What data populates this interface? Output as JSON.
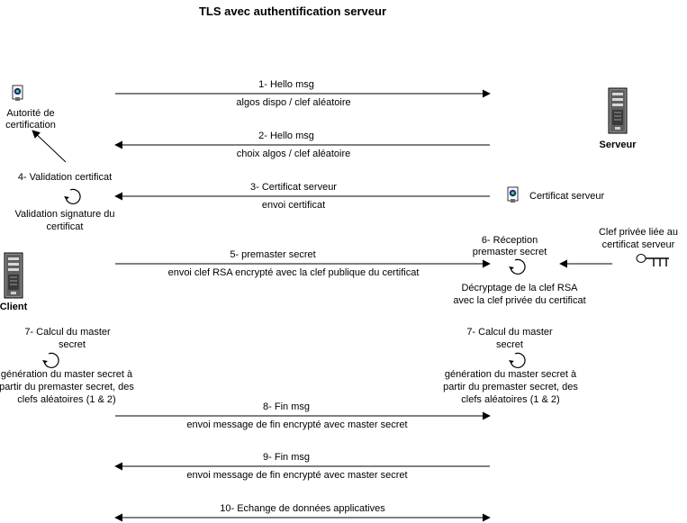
{
  "title": "TLS avec authentification serveur",
  "actors": {
    "ca_line1": "Autorité de",
    "ca_line2": "certification",
    "server": "Serveur",
    "client": "Client"
  },
  "server_certificate": "Certificat serveur",
  "private_key_line1": "Clef privée liée au",
  "private_key_line2": "certificat serveur",
  "messages": [
    {
      "label": "1- Hello msg",
      "detail": "algos dispo / clef aléatoire"
    },
    {
      "label": "2- Hello msg",
      "detail": "choix algos / clef aléatoire"
    },
    {
      "label": "3- Certificat serveur",
      "detail": "envoi certificat"
    },
    {
      "label": "5- premaster secret",
      "detail": "envoi clef RSA encrypté avec la clef publique du certificat"
    },
    {
      "label": "8- Fin msg",
      "detail": "envoi message de fin encrypté avec master secret"
    },
    {
      "label": "9- Fin msg",
      "detail": "envoi message de fin encrypté avec master secret"
    },
    {
      "label": "10- Echange de données applicatives",
      "detail": ""
    }
  ],
  "client_steps": {
    "validation_title": "4- Validation certificat",
    "validation_line1": "Validation signature du",
    "validation_line2": "certificat",
    "master_title_1": "7- Calcul du master",
    "master_title_2": "secret",
    "master_desc_1": "génération du master secret à",
    "master_desc_2": "partir du premaster secret, des",
    "master_desc_3": "clefs aléatoires (1 & 2)"
  },
  "server_steps": {
    "reception_1": "6- Réception",
    "reception_2": "premaster secret",
    "decrypt_1": "Décryptage de la clef RSA",
    "decrypt_2": "avec la clef privée du certificat",
    "master_title_1": "7- Calcul du master",
    "master_title_2": "secret",
    "master_desc_1": "génération du master secret à",
    "master_desc_2": "partir du premaster secret, des",
    "master_desc_3": "clefs aléatoires (1 & 2)"
  },
  "icons": {
    "certificate": "certificate-icon",
    "server": "server-tower-icon",
    "key": "key-icon",
    "loop": "circular-arrow-icon"
  }
}
